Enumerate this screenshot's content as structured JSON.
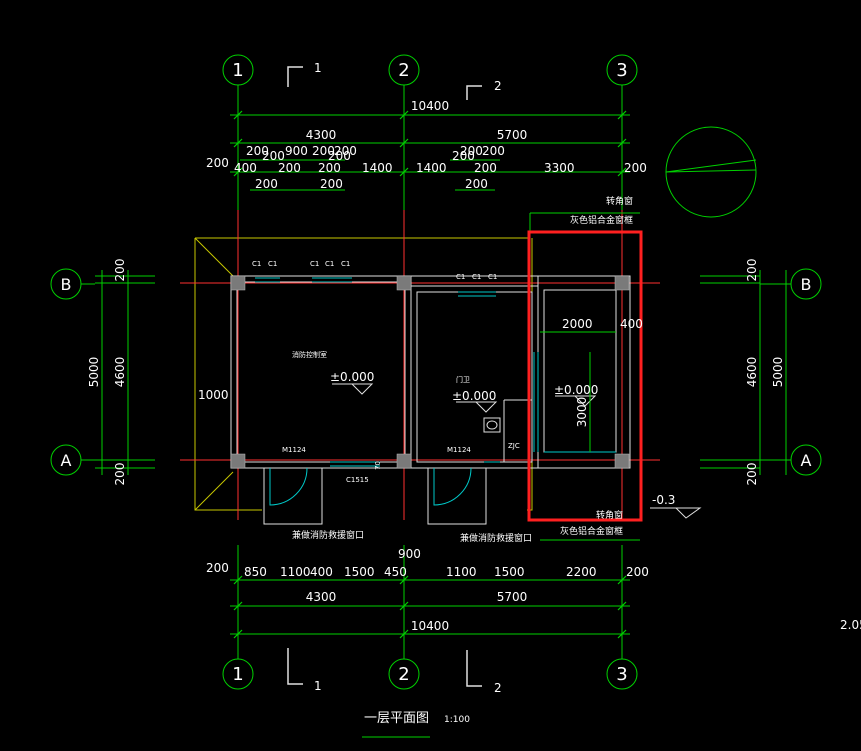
{
  "axes": {
    "cols": [
      "1",
      "2",
      "3"
    ],
    "rows": [
      "B",
      "A"
    ],
    "section_marks": [
      "1",
      "2"
    ]
  },
  "dims": {
    "total": "10400",
    "top_mid": [
      "4300",
      "5700"
    ],
    "top_row1": [
      "200",
      "900",
      "200",
      "200",
      "200",
      "200"
    ],
    "top_row2": [
      "200",
      "400",
      "200",
      "200",
      "1400",
      "1400",
      "200",
      "200",
      "3300",
      "200"
    ],
    "top_row3": [
      "200",
      "200",
      "200"
    ],
    "bot_row1": [
      "200",
      "850",
      "1100",
      "400",
      "1500",
      "450",
      "1100",
      "1500",
      "2200",
      "200"
    ],
    "bot_mid": [
      "4300",
      "5700"
    ],
    "bot_900": "900",
    "left_outer": "5000",
    "left_inner": "4600",
    "left_200": [
      "200",
      "200"
    ],
    "right_outer": "5000",
    "right_inner": "4600",
    "right_200": [
      "200",
      "200"
    ],
    "left_overhang": "1000",
    "inner_2000": "2000",
    "inner_400": "400",
    "inner_3000": "3000",
    "edge_fragment": "2.05"
  },
  "labels": {
    "window_c1": "C1",
    "door_m1124": "M1124",
    "window_c1515": "C1515",
    "zjc": "ZJC",
    "room1": "消防控制室",
    "room2": "门卫",
    "elev": "±0.000",
    "outdoor_elev": "-0.3",
    "corner_window": "转角窗",
    "aluminum_frame": "灰色铝合金窗框",
    "rescue_window": "兼做消防救援窗口",
    "seventy": "70"
  },
  "title": {
    "main": "一层平面图",
    "scale": "1:100"
  },
  "colors": {
    "background": "#000000",
    "dimension": "#00ff00",
    "grid": "#ff0000",
    "wall": "#ffffff",
    "roof": "#c8c800",
    "window": "#00c8c8",
    "highlight": "#ff2020",
    "column": "#808080"
  }
}
